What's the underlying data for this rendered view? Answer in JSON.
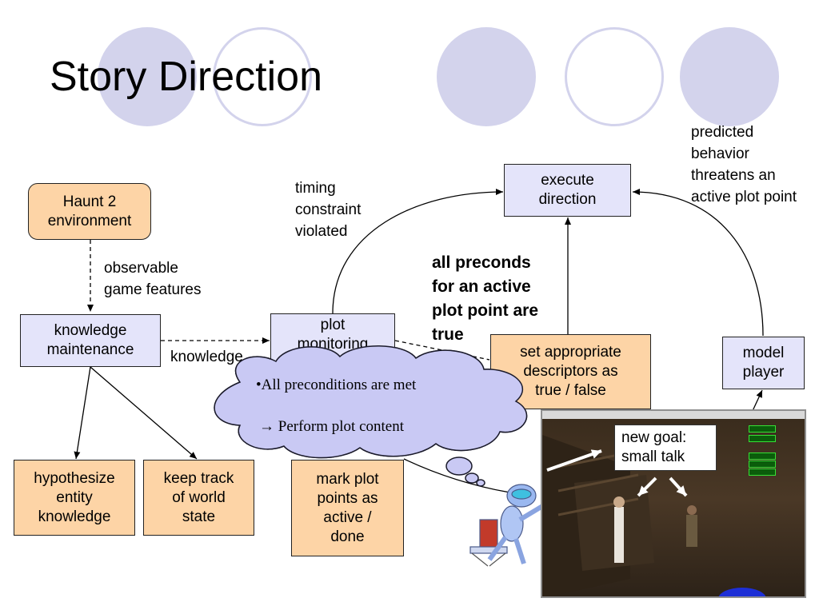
{
  "slide": {
    "title": "Story Direction"
  },
  "nodes": {
    "haunt": "Haunt 2\nenvironment",
    "knowledge_maintenance": "knowledge\nmaintenance",
    "plot_monitoring": "plot\nmonitoring",
    "execute_direction": "execute\ndirection",
    "set_descriptors": "set appropriate\ndescriptors as\ntrue / false",
    "model_player": "model\nplayer",
    "hypothesize": "hypothesize\nentity\nknowledge",
    "keep_track": "keep track\nof world\nstate",
    "mark_plot": "mark plot\npoints as\nactive /\ndone"
  },
  "labels": {
    "observable": "observable\ngame features",
    "knowledge": "knowledge",
    "timing": "timing\nconstraint\nviolated",
    "all_preconds": "all preconds\nfor an active\nplot point are\ntrue",
    "predicted": "predicted\nbehavior\nthreatens an\nactive plot point"
  },
  "thought_cloud": {
    "line1": "•All preconditions are met",
    "line2": "→ Perform plot content"
  },
  "game_screenshot": {
    "goal_text": "new goal:\nsmall talk"
  },
  "colors": {
    "decor_circle": "#d3d3ec",
    "orange_box": "#fdd4a6",
    "blue_box": "#e4e4fa",
    "cloud": "#c9c9f4"
  }
}
